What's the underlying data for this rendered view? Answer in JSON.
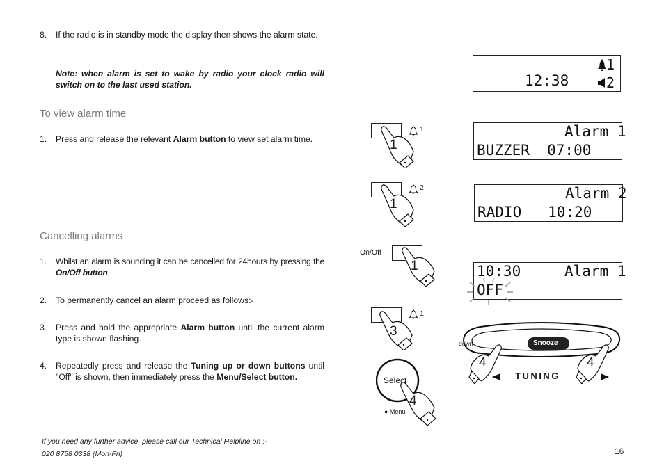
{
  "step8": {
    "num": "8.",
    "text": "If the radio is in standby mode the display then shows the alarm state."
  },
  "note": "Note: when alarm is set to wake by radio your clock radio will switch on to the last used station.",
  "section_view": {
    "heading": "To view alarm time",
    "step1": {
      "num": "1.",
      "pre": "Press and release the relevant ",
      "bold": "Alarm button",
      "post": " to view set alarm time."
    }
  },
  "section_cancel": {
    "heading": "Cancelling alarms",
    "step1": {
      "num": "1.",
      "pre": "Whilst an alarm is sounding it can be cancelled for 24hours by pressing the ",
      "bold": "On/Off button",
      "post": "."
    },
    "step2": {
      "num": "2.",
      "text": "To permanently cancel an alarm proceed as follows:-"
    },
    "step3": {
      "num": "3.",
      "pre": "Press and hold the appropriate ",
      "bold": "Alarm button",
      "post": " until the current alarm type is shown flashing."
    },
    "step4": {
      "num": "4.",
      "pre": "Repeatedly press and release the ",
      "bold": "Tuning up or down buttons",
      "post": " until \"Off\" is shown, then immediately press the ",
      "bold2": "Menu/Select button."
    }
  },
  "displays": {
    "standby": {
      "time": "12:38",
      "alarm1": "1",
      "alarm2": "2"
    },
    "alarm1": {
      "title": "Alarm 1",
      "line": "BUZZER  07:00"
    },
    "alarm2": {
      "title": "Alarm 2",
      "line": "RADIO   10:20"
    },
    "cancel": {
      "time": "10:30",
      "title": "Alarm 1",
      "state": "OFF"
    }
  },
  "illustrations": {
    "alarm_btn1_label": "1",
    "alarm_btn2_label": "2",
    "alarm_btn3_label": "1",
    "onoff_label": "On/Off",
    "step_numbers": [
      "1",
      "1",
      "1",
      "3",
      "4",
      "4",
      "4"
    ],
    "select_label": "Select",
    "menu_label": "● Menu",
    "snooze_label": "Snooze",
    "down_label": "down",
    "tuning_label": "TUNING"
  },
  "footer": {
    "line1": "If you need any further advice, please call our Technical Helpline on :-",
    "line2": "020 8758 0338 (Mon-Fri)",
    "page_number": "16"
  }
}
